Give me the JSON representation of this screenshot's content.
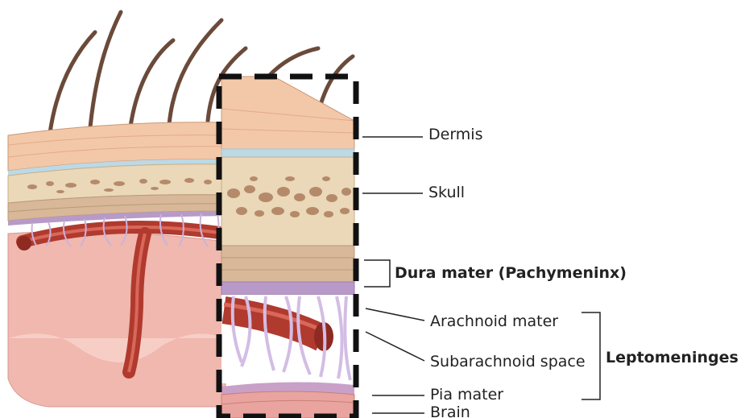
{
  "labels": {
    "dermis": "Dermis",
    "skull": "Skull",
    "dura": "Dura mater (Pachymeninx)",
    "arachnoid": "Arachnoid mater",
    "subarachnoid": "Subarachnoid space",
    "pia": "Pia mater",
    "brain": "Brain",
    "leptomeninges": "Leptomeninges"
  },
  "colors": {
    "skin": "#f3c8a8",
    "skin_dark": "#e3a98c",
    "bone": "#ead8b8",
    "bone_spots": "#b58a6a",
    "dura": "#d8b898",
    "arachnoid": "#b79ac8",
    "vessel": "#b03a2e",
    "brain": "#e9a4a0",
    "hair": "#6b4a3a",
    "frame": "#111111"
  }
}
